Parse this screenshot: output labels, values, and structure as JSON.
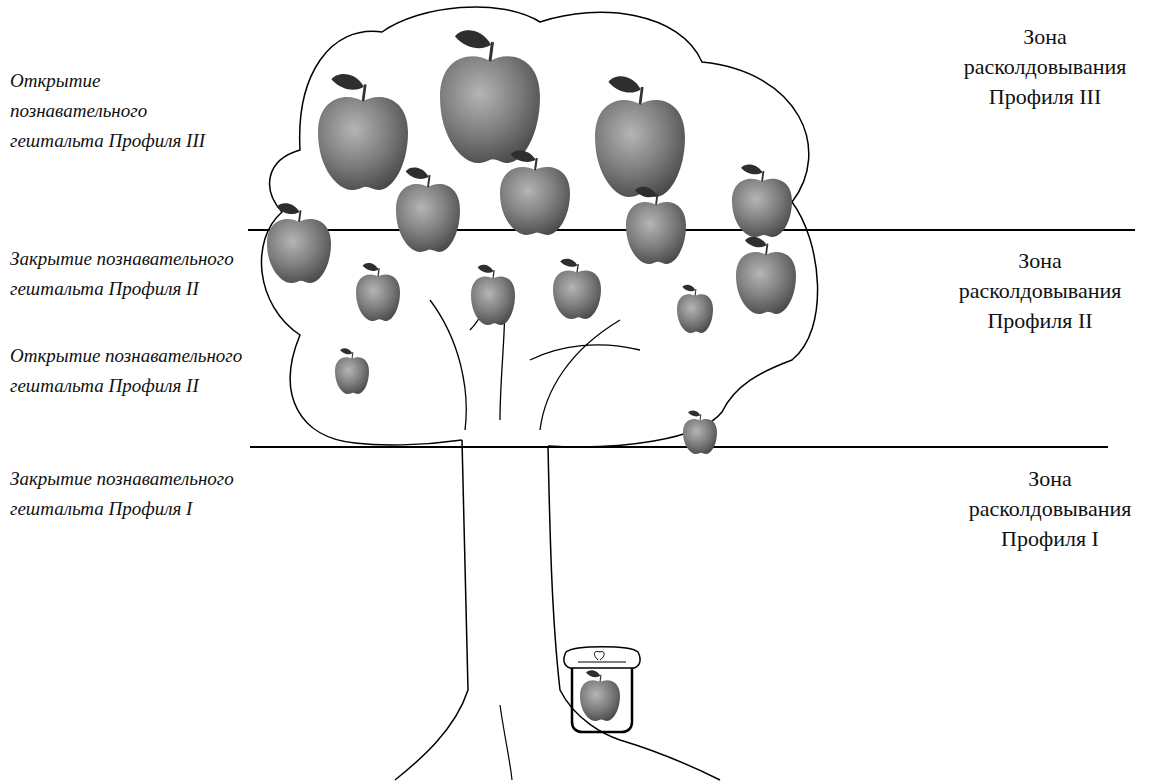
{
  "diagram": {
    "labels": [
      "Открытие познавательного гештальта Профиля III",
      "Закрытие познавательного гештальта Профиля II",
      "Открытие познавательного гештальта Профиля II",
      "Закрытие познавательного гештальта Профиля I",
      "Зона расколдовывания Профиля III",
      "Зона расколдовывания Профиля II",
      "Зона расколдовывания Профиля I"
    ]
  }
}
